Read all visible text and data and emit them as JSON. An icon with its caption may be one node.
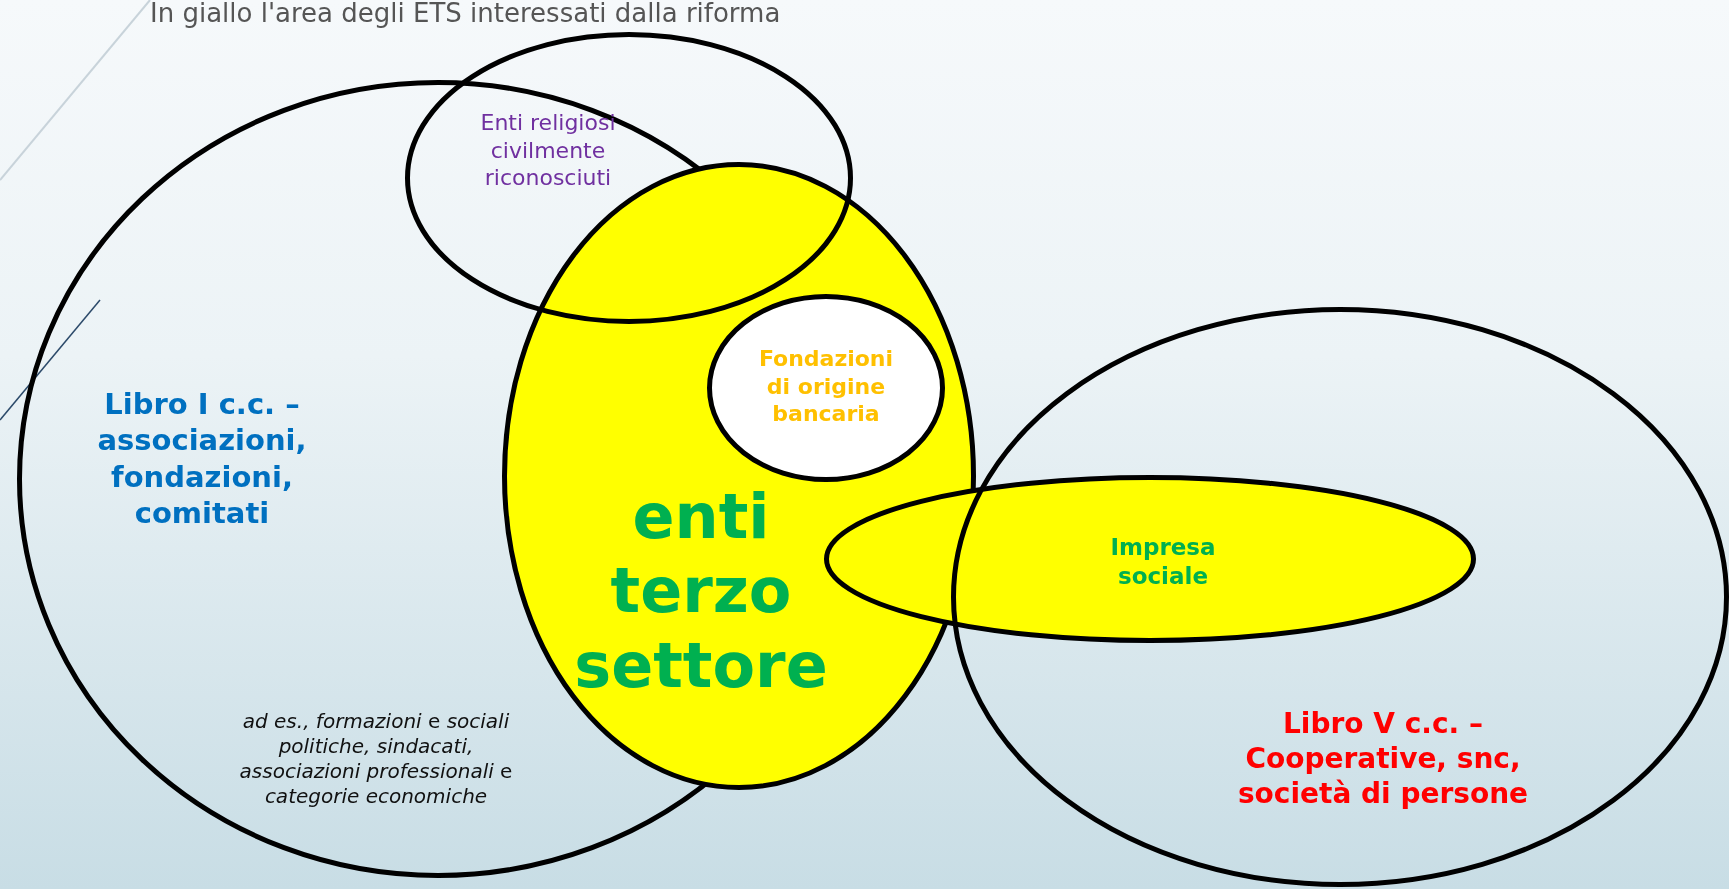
{
  "diagram": {
    "title": "In giallo l'area degli ETS interessati dalla riforma",
    "nodes": [
      {
        "text": [
          "Libro I c.c. – associazioni, fondazioni, comitati",
          "*ad es., formazioni* e *sociali politiche, sindacati, associazioni professionali* e *categorie economiche*"
        ]
      },
      {
        "text": [
          "Enti religiosi civilmente riconosciuti"
        ]
      },
      {
        "text": [
          "enti terzo settore"
        ]
      },
      {
        "text": [
          "Fondazioni di origine bancaria"
        ],
        "in": 2
      },
      {
        "text": [
          "Libro V c.c. – Cooperative, snc, società di persone"
        ]
      },
      {
        "text": [
          "Impresa sociale"
        ]
      }
    ]
  }
}
